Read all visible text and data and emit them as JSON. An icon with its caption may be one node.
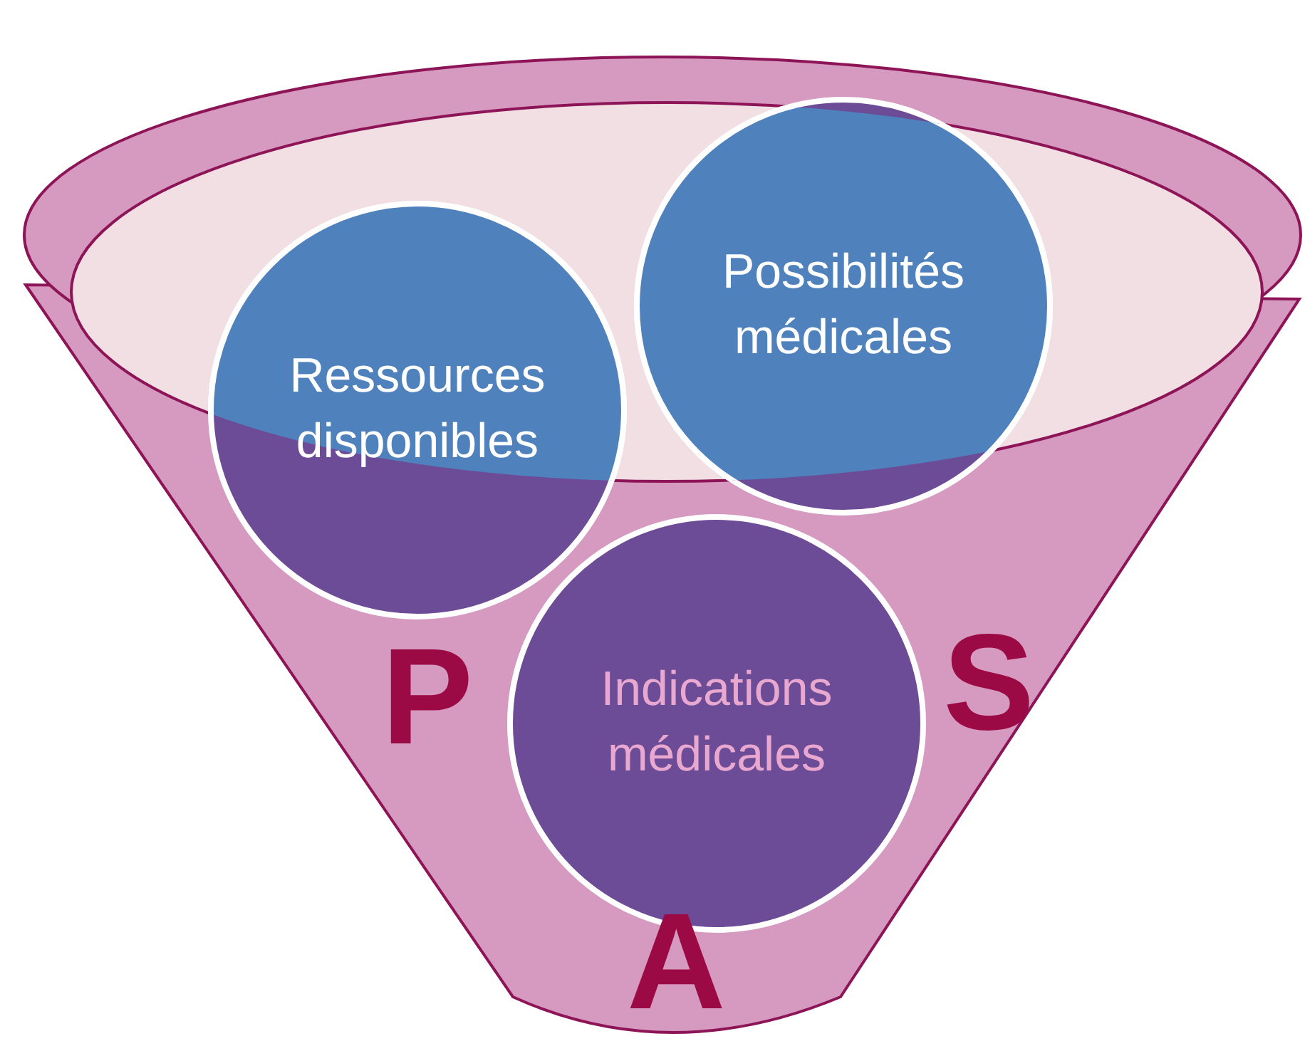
{
  "diagram": {
    "nodes": [
      {
        "text": [
          "Ressources disponibles"
        ]
      },
      {
        "text": [
          "Possibilités médicales"
        ]
      },
      {
        "text": [
          "Indications médicales"
        ]
      }
    ],
    "labels": [
      "P",
      "S",
      "A"
    ]
  }
}
